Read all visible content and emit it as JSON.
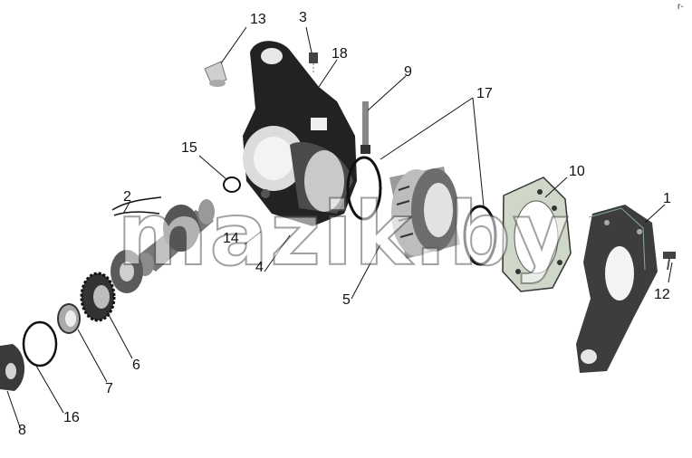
{
  "diagram": {
    "callouts": [
      "13",
      "3",
      "18",
      "9",
      "17",
      "15",
      "10",
      "2",
      "1",
      "14",
      "4",
      "12",
      "5",
      "6",
      "7",
      "16",
      "8"
    ],
    "watermark": "mazik.by",
    "corner_mark": "r-"
  },
  "colors": {
    "part_dark": "#1d1d1d",
    "part_mid": "#7d7d7d",
    "gasket": "#cfd8c8",
    "background": "#ffffff"
  }
}
